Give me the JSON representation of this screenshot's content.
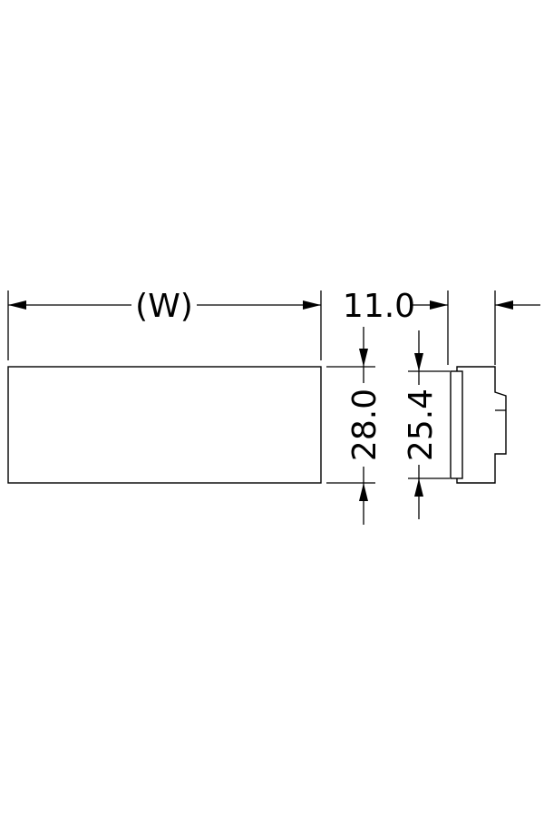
{
  "dimensions": {
    "width_label": "(W)",
    "depth_label": "11.0",
    "outer_height_label": "28.0",
    "inner_height_label": "25.4"
  },
  "colors": {
    "background": "#ffffff",
    "line": "#000000"
  }
}
